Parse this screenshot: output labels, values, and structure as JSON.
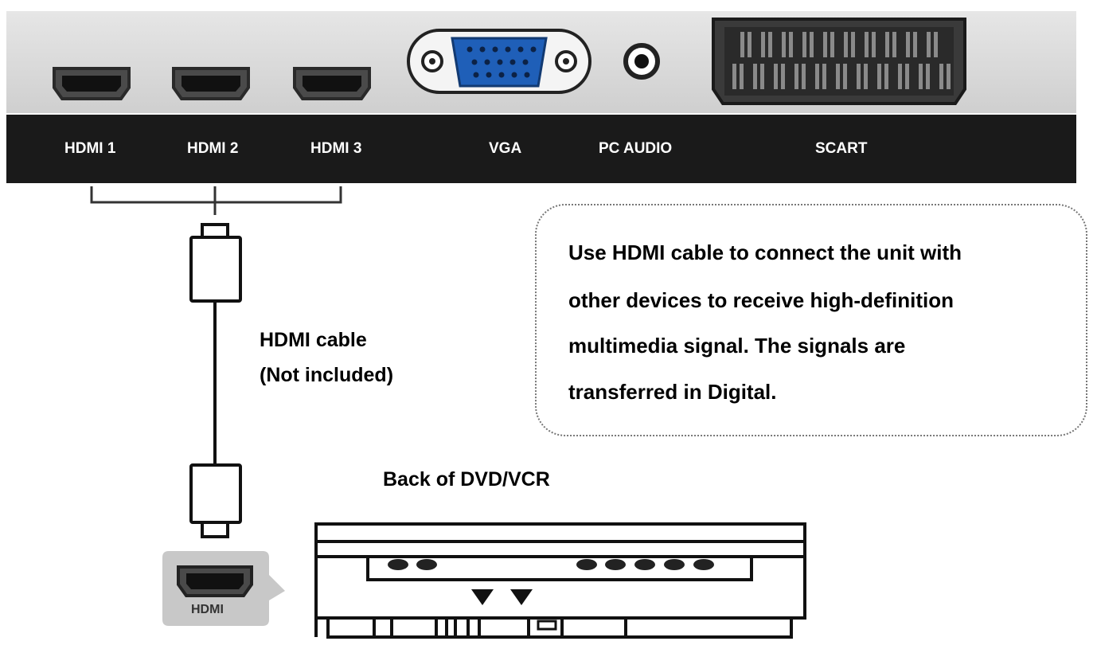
{
  "ports": {
    "hdmi1": "HDMI 1",
    "hdmi2": "HDMI 2",
    "hdmi3": "HDMI 3",
    "vga": "VGA",
    "pc_audio": "PC AUDIO",
    "scart": "SCART"
  },
  "cable": {
    "line1": "HDMI cable",
    "line2": "(Not included)"
  },
  "note": {
    "lines": [
      "Use HDMI cable to connect the unit with",
      "other devices to receive high-definition",
      "multimedia signal. The signals are",
      "transferred in Digital."
    ]
  },
  "dvd": {
    "title": "Back of DVD/VCR",
    "hdmi_label": "HDMI"
  },
  "icons": [
    "hdmi-port-icon",
    "vga-port-icon",
    "audio-jack-icon",
    "scart-port-icon",
    "hdmi-plug-icon",
    "arrow-down-icon"
  ],
  "colors": {
    "panel": "#d8d8d8",
    "label_bar": "#1a1a1a",
    "vga_blue": "#1f5fb8",
    "hdmi_badge": "#c8c8c8"
  }
}
